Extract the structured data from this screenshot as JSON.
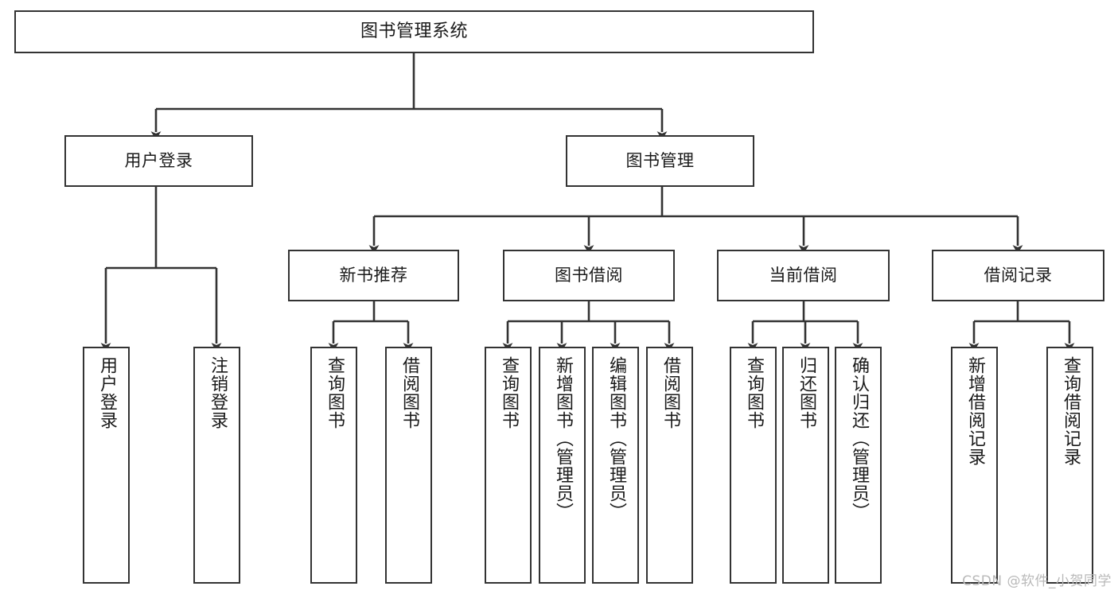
{
  "diagram": {
    "title": "图书管理系统",
    "type": "tree",
    "watermark": "CSDN @软件_小贺同学",
    "colors": {
      "box_border": "#333333",
      "box_fill": "#ffffff",
      "edge": "#333333",
      "text": "#1a1a1a",
      "watermark": "#b9b9b9",
      "background": "#ffffff"
    },
    "levels": {
      "root": {
        "label": "图书管理系统"
      },
      "level2": [
        {
          "label": "用户登录"
        },
        {
          "label": "图书管理"
        }
      ],
      "level3": [
        {
          "label": "新书推荐"
        },
        {
          "label": "图书借阅"
        },
        {
          "label": "当前借阅"
        },
        {
          "label": "借阅记录"
        }
      ],
      "leaves": {
        "user_login": [
          {
            "label": "用户登录"
          },
          {
            "label": "注销登录"
          }
        ],
        "new_book_recommend": [
          {
            "label": "查询图书"
          },
          {
            "label": "借阅图书"
          }
        ],
        "book_borrow": [
          {
            "label": "查询图书"
          },
          {
            "label": "新增图书（管理员）"
          },
          {
            "label": "编辑图书（管理员）"
          },
          {
            "label": "借阅图书"
          }
        ],
        "current_borrow": [
          {
            "label": "查询图书"
          },
          {
            "label": "归还图书"
          },
          {
            "label": "确认归还（管理员）"
          }
        ],
        "borrow_record": [
          {
            "label": "新增借阅记录"
          },
          {
            "label": "查询借阅记录"
          }
        ]
      }
    },
    "edges": {
      "arrow_style": "filled-triangle",
      "line_style": "orthogonal"
    }
  }
}
